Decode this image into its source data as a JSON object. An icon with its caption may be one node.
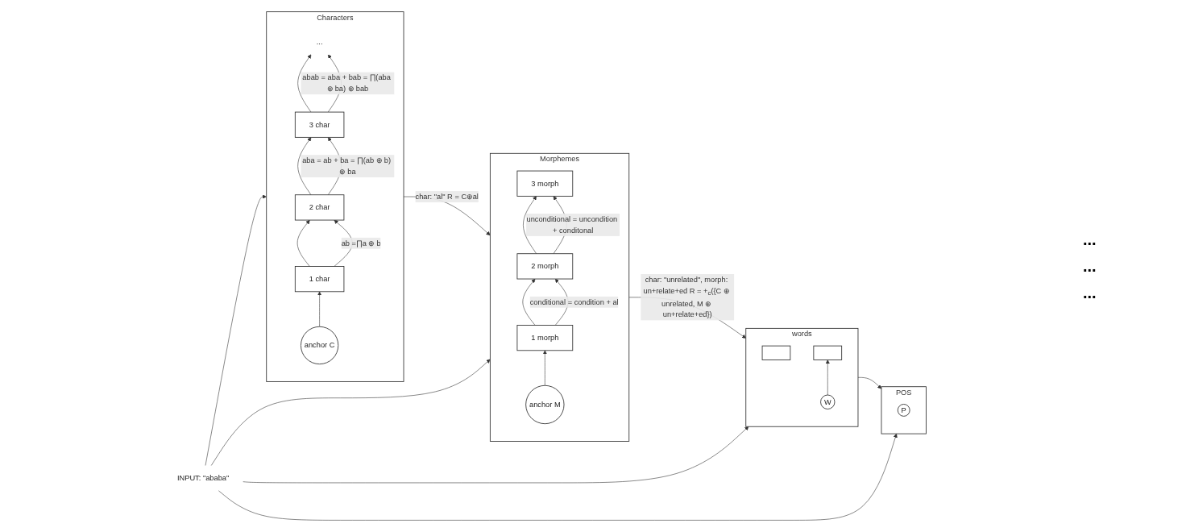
{
  "diagram": {
    "nodes": [
      {
        "text": [
          "Characters"
        ]
      },
      {
        "text": [
          "..."
        ],
        "in": 0
      },
      {
        "text": [
          "3 char"
        ],
        "in": 0
      },
      {
        "text": [
          "2 char"
        ],
        "in": 0
      },
      {
        "text": [
          "1 char"
        ],
        "in": 0
      },
      {
        "text": [
          "anchor C"
        ],
        "in": 0
      },
      {
        "text": [
          "Morphemes"
        ]
      },
      {
        "text": [
          "3 morph"
        ],
        "in": 6
      },
      {
        "text": [
          "2 morph"
        ],
        "in": 6
      },
      {
        "text": [
          "1 morph"
        ],
        "in": 6
      },
      {
        "text": [
          "anchor M"
        ],
        "in": 6
      },
      {
        "text": [
          "POS"
        ]
      },
      {
        "text": [
          "P"
        ],
        "in": 11
      },
      {
        "text": [
          "words"
        ]
      },
      {
        "text": [],
        "shape": "box",
        "in": 13
      },
      {
        "text": [],
        "shape": "box",
        "in": 13
      },
      {
        "text": [
          "W"
        ],
        "in": 13
      },
      {
        "text": [
          "INPUT: \"ababa\""
        ]
      }
    ],
    "edges": [
      {
        "from": 2,
        "to": 1,
        "arrow": "to"
      },
      {
        "from": 2,
        "to": 1,
        "arrow": "to",
        "label": "abab = aba + bab = ∏(aba ⊕ ba) ⊕ bab"
      },
      {
        "from": 3,
        "to": 2,
        "arrow": "to"
      },
      {
        "from": 3,
        "to": 2,
        "arrow": "to",
        "label": "aba = ab + ba = ∏(ab ⊕ b) ⊕ ba"
      },
      {
        "from": 4,
        "to": 3,
        "arrow": "to"
      },
      {
        "from": 4,
        "to": 3,
        "arrow": "to",
        "label": "ab =∏a ⊕ b"
      },
      {
        "from": 5,
        "to": 4,
        "arrow": "to"
      },
      {
        "from": 9,
        "to": 8,
        "arrow": "to"
      },
      {
        "from": 9,
        "to": 8,
        "arrow": "to",
        "label": "conditional = condition + al"
      },
      {
        "from": 8,
        "to": 7,
        "arrow": "to"
      },
      {
        "from": 8,
        "to": 7,
        "arrow": "to",
        "label": "unconditional = uncondition + conditonal"
      },
      {
        "from": 10,
        "to": 9,
        "arrow": "to"
      },
      {
        "from": 0,
        "to": 6,
        "arrow": "to",
        "label": "char: \"al\" R = C⊕al"
      },
      {
        "from": 6,
        "to": 13,
        "arrow": "to",
        "label": "char: \"unrelated\", morph: un+relate+ed R = +$_{c}$({C ⊕ unrelated, M ⊕ un+relate+ed})"
      },
      {
        "from": 16,
        "to": 15,
        "arrow": "to"
      },
      {
        "from": 13,
        "to": 11,
        "arrow": "to"
      },
      {
        "from": 17,
        "to": 0,
        "arrow": "to"
      },
      {
        "from": 17,
        "to": 6,
        "arrow": "to"
      },
      {
        "from": 17,
        "to": 13,
        "arrow": "to"
      },
      {
        "from": 17,
        "to": 11,
        "arrow": "to"
      }
    ],
    "labels": [
      "...",
      "...",
      "..."
    ]
  }
}
